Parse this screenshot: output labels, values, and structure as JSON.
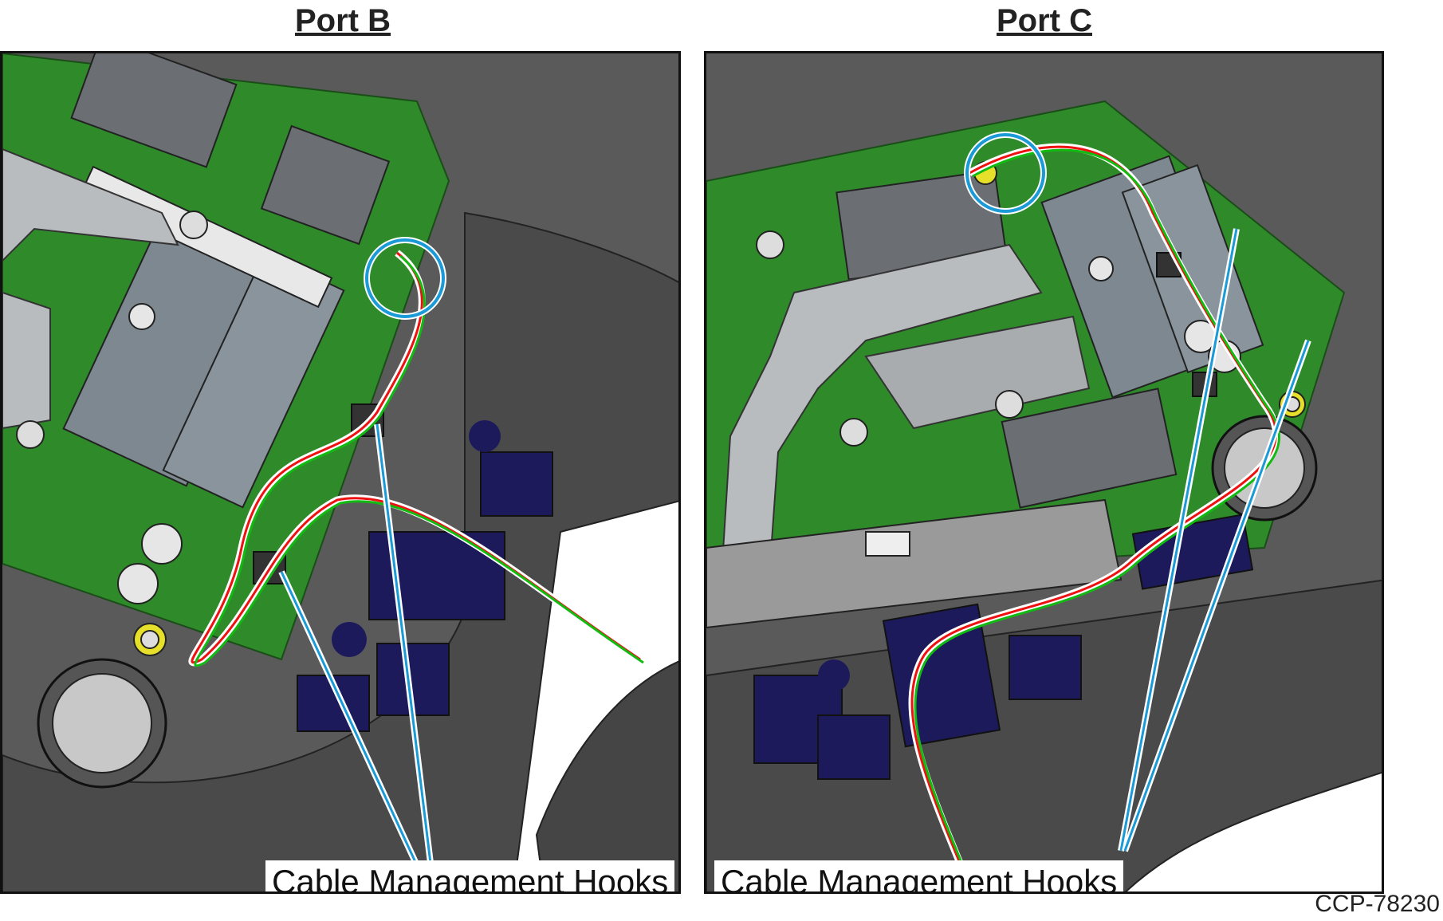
{
  "panels": [
    {
      "title": "Port B",
      "callout": "Cable Management Hooks"
    },
    {
      "title": "Port C",
      "callout": "Cable Management Hooks"
    }
  ],
  "doc_id": "CCP-78230",
  "colors": {
    "housing": "#5a5a5a",
    "housing_dark": "#3e3e3e",
    "pcb": "#2f8a2a",
    "chip": "#6b6f74",
    "ram": "#7d8890",
    "connector": "#1d1a5c",
    "heatsink": "#b9bcbf",
    "callout_line": "#1a9ad6",
    "wire_red": "#e11",
    "wire_green": "#1b1",
    "wire_white": "#ffffff"
  },
  "icons": [
    "screw-icon",
    "chip-top-label"
  ]
}
